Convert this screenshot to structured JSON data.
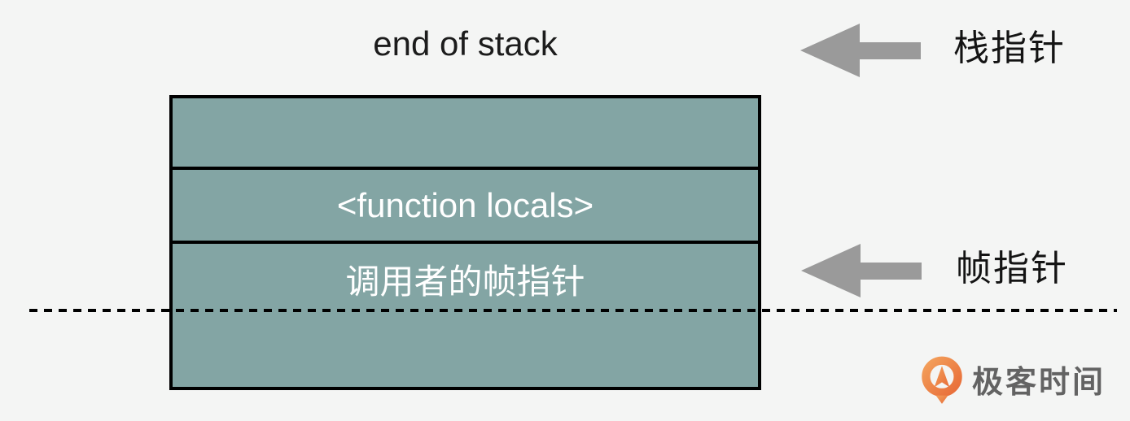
{
  "diagram": {
    "title": "end of stack",
    "stack": {
      "cells": [
        {
          "label": ""
        },
        {
          "label": "<function locals>"
        },
        {
          "label": "调用者的帧指针"
        },
        {
          "label": ""
        }
      ],
      "fill_color": "#83a5a4",
      "border_color": "#000000",
      "cell_text_color": "#ffffff"
    },
    "pointers": [
      {
        "label": "栈指针",
        "icon": "left-arrow-icon",
        "points_to": "end of stack"
      },
      {
        "label": "帧指针",
        "icon": "left-arrow-icon",
        "points_to": "调用者的帧指针"
      }
    ],
    "frame_boundary": {
      "style": "dashed",
      "color": "#000000"
    },
    "colors": {
      "background": "#f4f5f4",
      "arrow": "#9a9a9a",
      "label_text": "#141414",
      "title_text": "#1c1c1c"
    },
    "watermark": {
      "text": "极客时间",
      "icon": "geektime-logo-icon",
      "icon_color": "#ec7a3c",
      "text_color": "#636363"
    }
  }
}
